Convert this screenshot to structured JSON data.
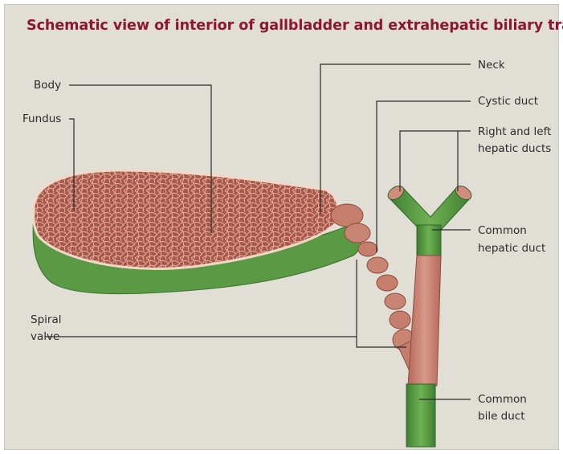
{
  "title": "Schematic view of interior of gallbladder and extrahepatic biliary tract",
  "labels": {
    "body": "Body",
    "fundus": "Fundus",
    "spiral_valve": [
      "Spiral",
      "valve"
    ],
    "neck": "Neck",
    "cystic_duct": "Cystic duct",
    "hepatic_ducts": [
      "Right and left",
      "hepatic ducts"
    ],
    "common_hepatic_duct": [
      "Common",
      "hepatic duct"
    ],
    "common_bile_duct": [
      "Common",
      "bile duct"
    ]
  },
  "colors": {
    "background": "#e1ded5",
    "title": "#8e1633",
    "tissue": "#a9584a",
    "mucosa_lines": "#e7b9a9",
    "wall_green": "#5a9a44",
    "duct_pink": "#c47e6b"
  }
}
